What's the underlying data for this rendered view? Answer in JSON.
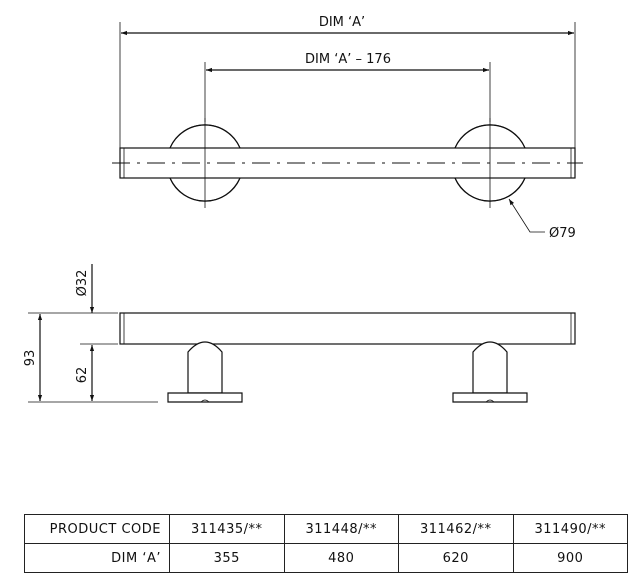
{
  "dimensions": {
    "overall_label": "DIM ‘A’",
    "centres_label": "DIM ‘A’ – 176",
    "rose_diameter_label": "Ø79",
    "tube_diameter_label": "Ø32",
    "height_label": "93",
    "base_height_label": "62"
  },
  "table": {
    "row_headers": [
      "PRODUCT CODE",
      "DIM ‘A’"
    ],
    "columns": [
      {
        "code": "311435/**",
        "dim_a": "355"
      },
      {
        "code": "311448/**",
        "dim_a": "480"
      },
      {
        "code": "311462/**",
        "dim_a": "620"
      },
      {
        "code": "311490/**",
        "dim_a": "900"
      }
    ]
  }
}
